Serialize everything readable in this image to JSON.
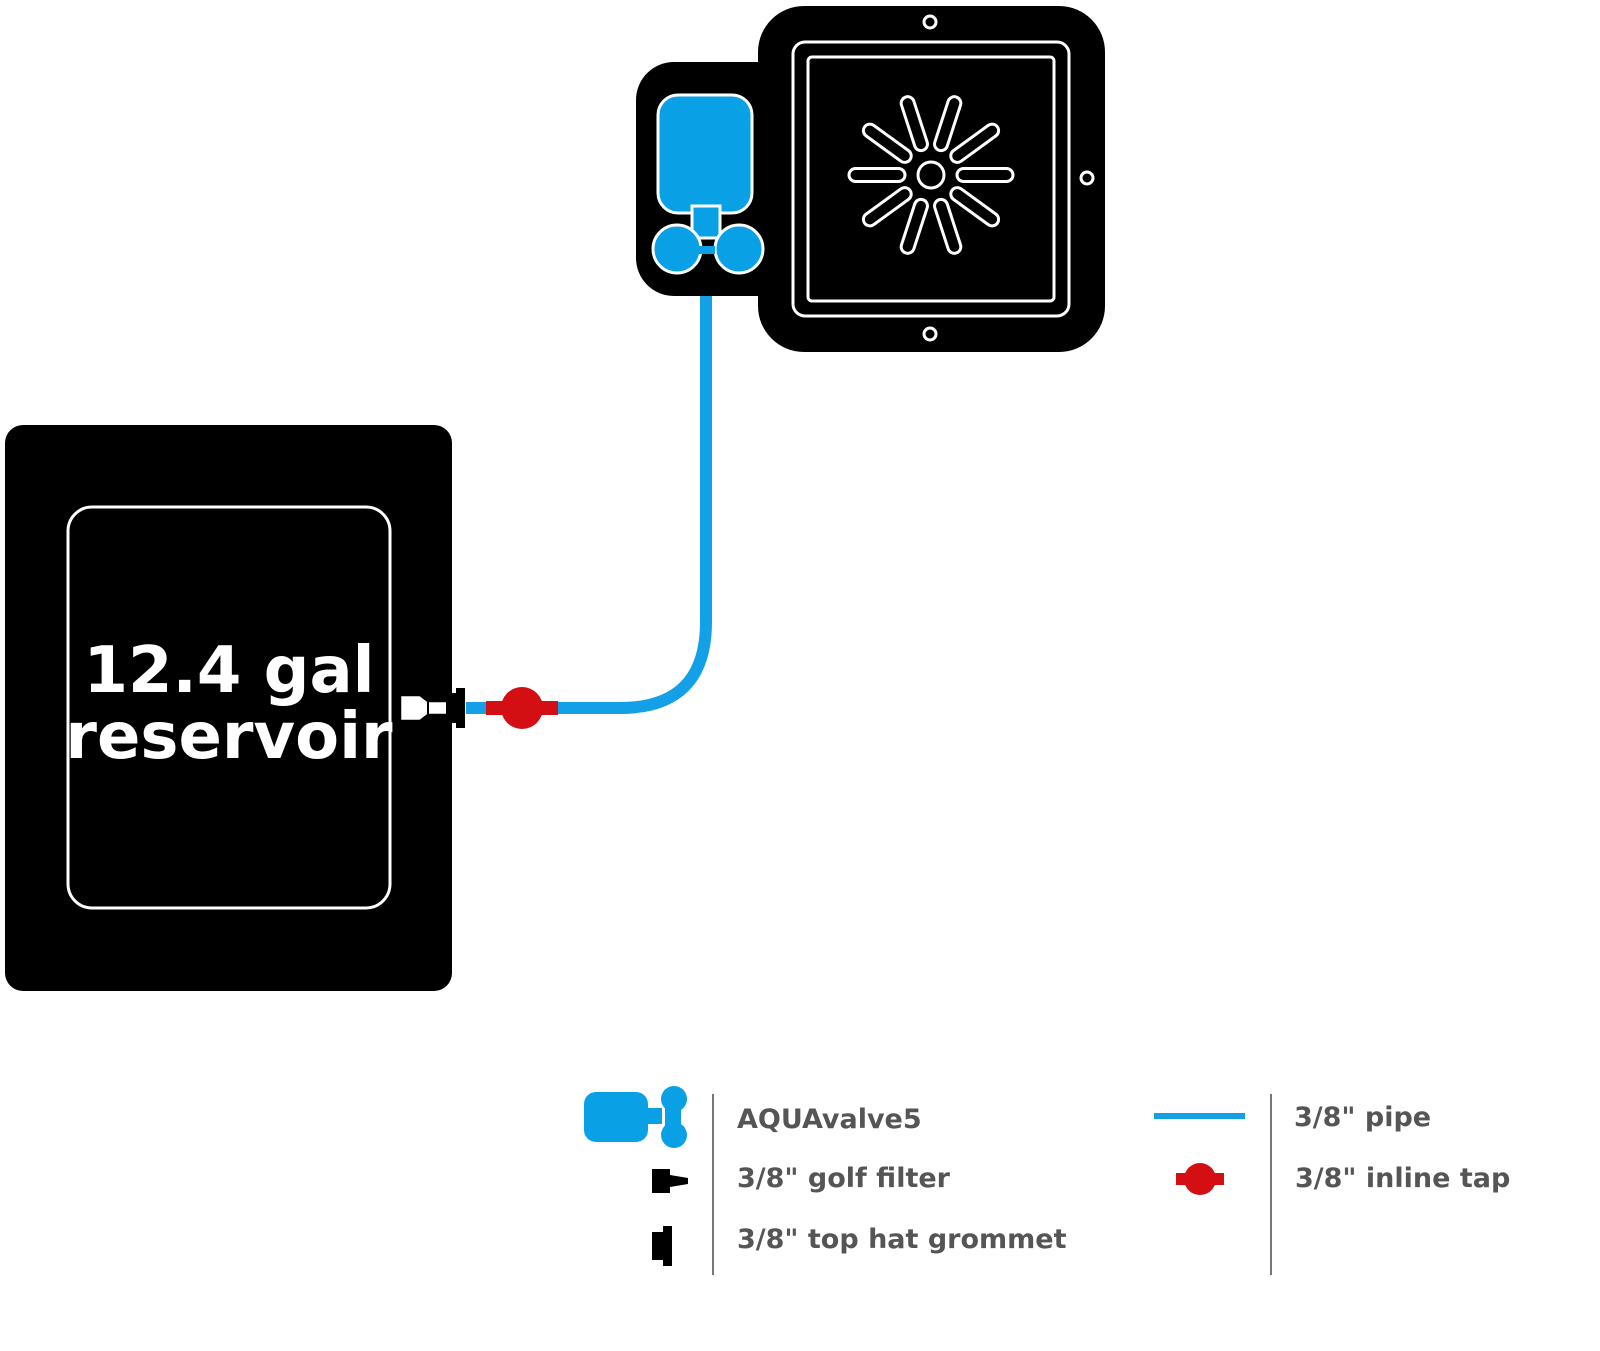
{
  "colors": {
    "pipe": "#14a0e6",
    "valve": "#0aa0e6",
    "tap": "#d40f14",
    "outline": "#000000",
    "legend_text": "#555555"
  },
  "reservoir": {
    "label_line1": "12.4 gal",
    "label_line2": "reservoir"
  },
  "pot": {
    "icon": "aquavalve-in-pot"
  },
  "legend": {
    "left": [
      {
        "icon": "aquavalve-icon",
        "label": "AQUAvalve5"
      },
      {
        "icon": "golf-filter-icon",
        "label": "3/8\" golf filter"
      },
      {
        "icon": "grommet-icon",
        "label": "3/8\" top hat grommet"
      }
    ],
    "right": [
      {
        "icon": "pipe-icon",
        "label": "3/8\" pipe"
      },
      {
        "icon": "inline-tap-icon",
        "label": "3/8\" inline tap"
      }
    ]
  }
}
